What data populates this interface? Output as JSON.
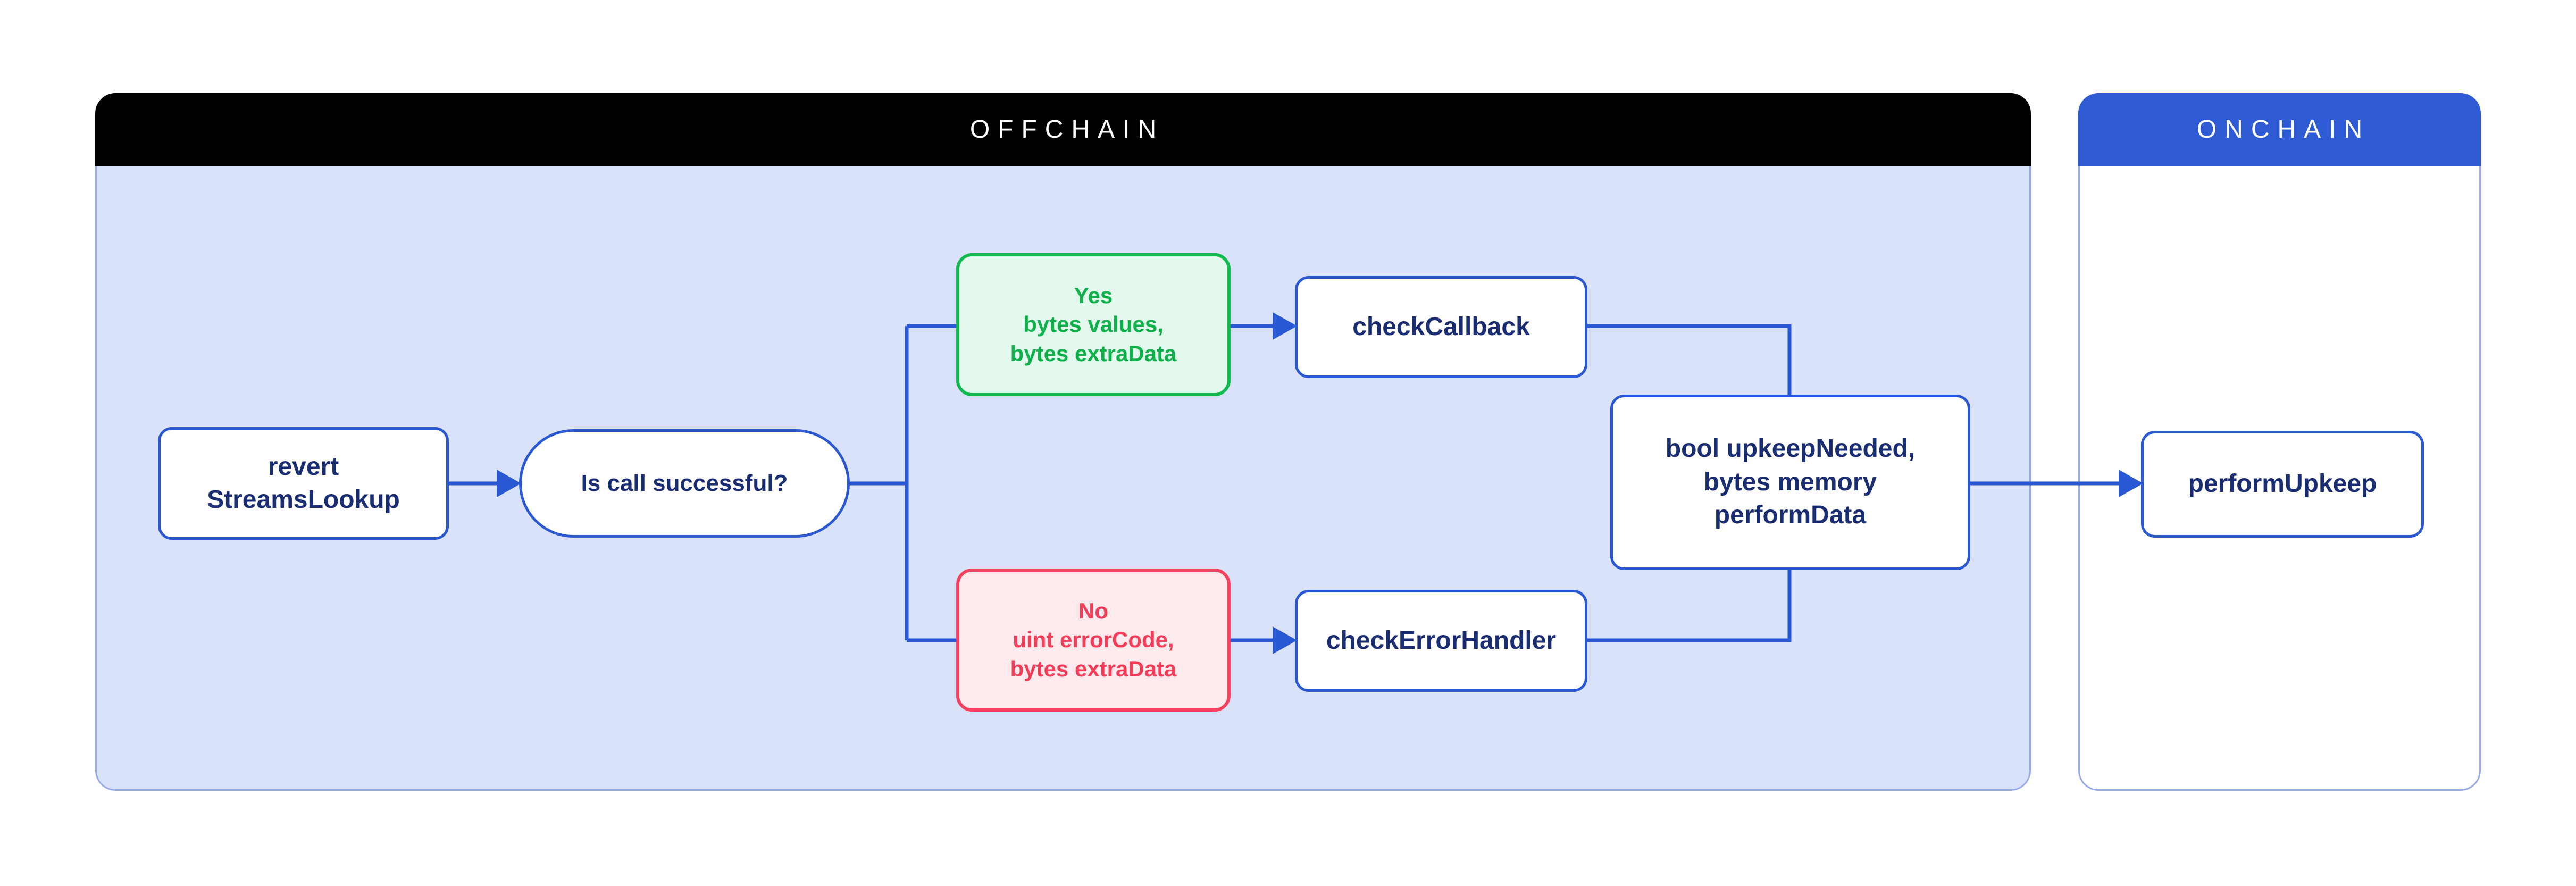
{
  "diagram": {
    "type": "flowchart",
    "lanes": {
      "offchain": {
        "title": "OFFCHAIN",
        "header_bg": "#000000",
        "body_bg": "#d9e2f8"
      },
      "onchain": {
        "title": "ONCHAIN",
        "header_bg": "#2e5bd3",
        "body_bg": "#ffffff"
      }
    },
    "nodes": {
      "revert_streams_lookup": {
        "text": "revert\nStreamsLookup",
        "shape": "rounded-rect",
        "lane": "offchain"
      },
      "is_call_successful": {
        "text": "Is call successful?",
        "shape": "pill",
        "lane": "offchain"
      },
      "yes_branch": {
        "text": "Yes\nbytes values,\nbytes extraData",
        "shape": "rounded-rect",
        "lane": "offchain",
        "status_color": "#0eb04a"
      },
      "check_callback": {
        "text": "checkCallback",
        "shape": "rounded-rect",
        "lane": "offchain"
      },
      "no_branch": {
        "text": "No\nuint errorCode,\nbytes extraData",
        "shape": "rounded-rect",
        "lane": "offchain",
        "status_color": "#f43b57"
      },
      "check_error_handler": {
        "text": "checkErrorHandler",
        "shape": "rounded-rect",
        "lane": "offchain"
      },
      "upkeep_needed": {
        "text": "bool upkeepNeeded,\nbytes memory\nperformData",
        "shape": "rounded-rect",
        "lane": "offchain"
      },
      "perform_upkeep": {
        "text": "performUpkeep",
        "shape": "rounded-rect",
        "lane": "onchain"
      }
    },
    "edges": [
      {
        "from": "revert_streams_lookup",
        "to": "is_call_successful",
        "arrowhead": true
      },
      {
        "from": "is_call_successful",
        "to": "yes_branch",
        "arrowhead": false
      },
      {
        "from": "is_call_successful",
        "to": "no_branch",
        "arrowhead": false
      },
      {
        "from": "yes_branch",
        "to": "check_callback",
        "arrowhead": true
      },
      {
        "from": "no_branch",
        "to": "check_error_handler",
        "arrowhead": true
      },
      {
        "from": "check_callback",
        "to": "upkeep_needed",
        "arrowhead": false
      },
      {
        "from": "check_error_handler",
        "to": "upkeep_needed",
        "arrowhead": false
      },
      {
        "from": "upkeep_needed",
        "to": "perform_upkeep",
        "arrowhead": true
      }
    ],
    "colors": {
      "accent_blue": "#2a57d2",
      "navy_text": "#1b2d72",
      "offchain_body": "#d9e2f8",
      "container_border": "#97abea",
      "onchain_header": "#2e5bd3",
      "green_border": "#12b94f",
      "green_text": "#0eb04a",
      "green_fill": "#e4f9ee",
      "red_border": "#f4415f",
      "red_text": "#f43b57",
      "red_fill": "#fdeaed",
      "header_text": "#ffffff",
      "page_background": "#ffffff"
    }
  }
}
